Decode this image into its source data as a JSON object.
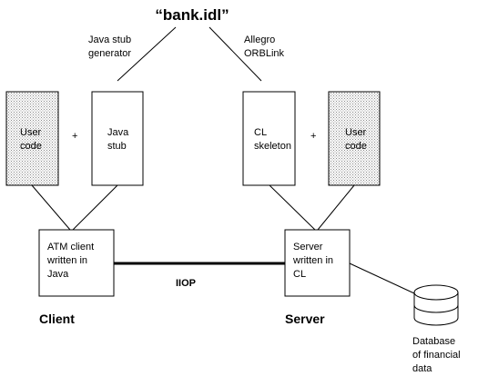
{
  "diagram": {
    "title": "“bank.idl”",
    "left_generator": [
      "Java stub",
      "generator"
    ],
    "right_generator": [
      "Allegro",
      "ORBLink"
    ],
    "nodes": {
      "user_code_left": [
        "User",
        "code"
      ],
      "java_stub": [
        "Java",
        "stub"
      ],
      "cl_skeleton": [
        "CL",
        "skeleton"
      ],
      "user_code_right": [
        "User",
        "code"
      ],
      "atm_client": [
        "ATM client",
        "written in",
        "Java"
      ],
      "server": [
        "Server",
        "written in",
        "CL"
      ]
    },
    "plus": "+",
    "connection_label": "IIOP",
    "client_label": "Client",
    "server_label": "Server",
    "database_label": [
      "Database",
      "of financial",
      "data"
    ]
  }
}
